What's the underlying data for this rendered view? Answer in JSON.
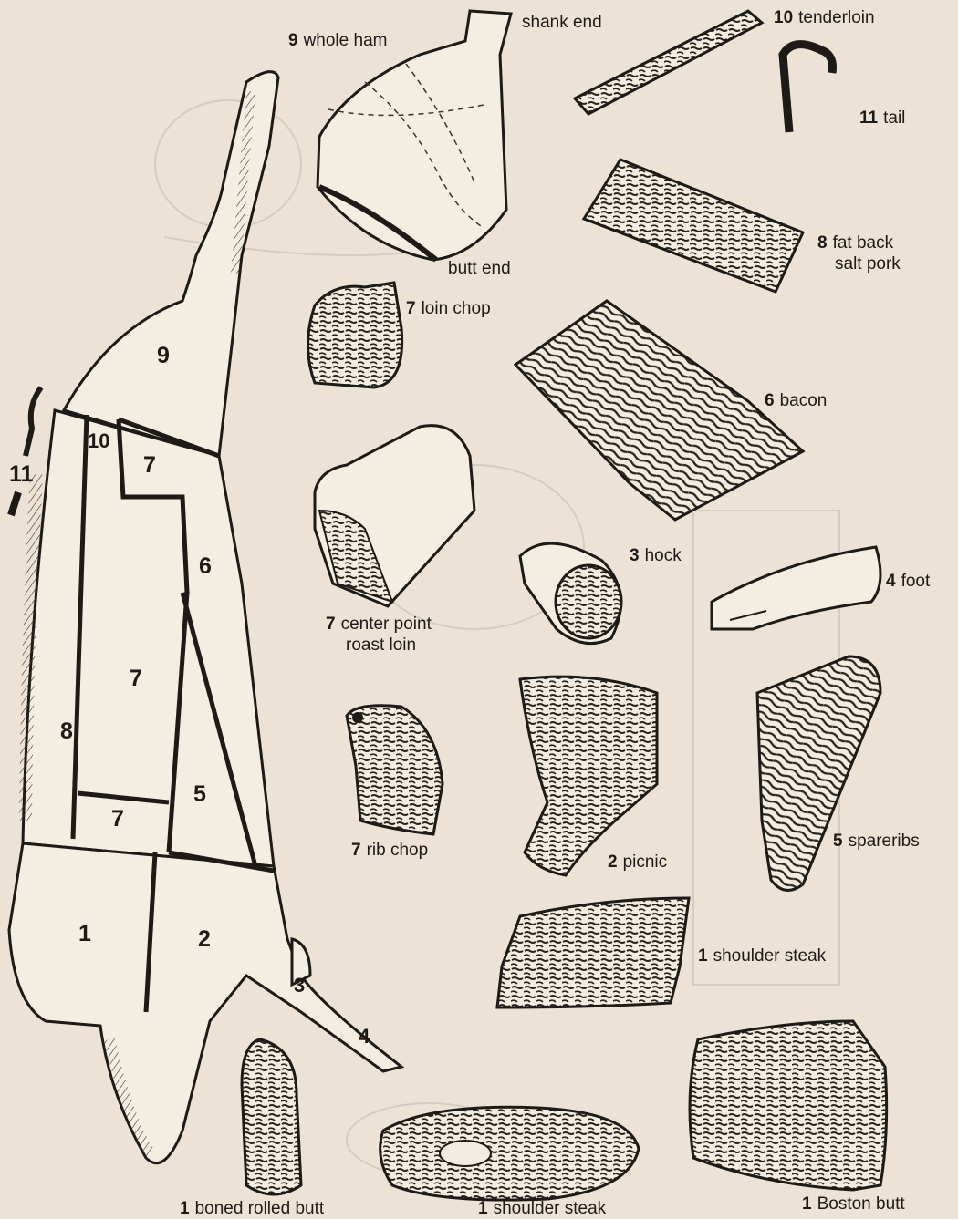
{
  "carcass_numbers": [
    "9",
    "10",
    "7",
    "11",
    "6",
    "7",
    "8",
    "7",
    "5",
    "1",
    "2",
    "3",
    "4"
  ],
  "cuts": [
    {
      "id": "whole-ham",
      "num": "9",
      "text": "whole ham"
    },
    {
      "id": "shank-end",
      "num": "",
      "text": "shank end"
    },
    {
      "id": "butt-end",
      "num": "",
      "text": "butt end"
    },
    {
      "id": "tenderloin",
      "num": "10",
      "text": "tenderloin"
    },
    {
      "id": "tail",
      "num": "11",
      "text": "tail"
    },
    {
      "id": "fat-back",
      "num": "8",
      "text": "fat back",
      "text2": "salt pork"
    },
    {
      "id": "loin-chop",
      "num": "7",
      "text": "loin chop"
    },
    {
      "id": "bacon",
      "num": "6",
      "text": "bacon"
    },
    {
      "id": "center-point-roast-loin",
      "num": "7",
      "text": "center point",
      "text2": "roast loin"
    },
    {
      "id": "hock",
      "num": "3",
      "text": "hock"
    },
    {
      "id": "foot",
      "num": "4",
      "text": "foot"
    },
    {
      "id": "rib-chop",
      "num": "7",
      "text": "rib chop"
    },
    {
      "id": "picnic",
      "num": "2",
      "text": "picnic"
    },
    {
      "id": "spareribs",
      "num": "5",
      "text": "spareribs"
    },
    {
      "id": "shoulder-steak-1",
      "num": "1",
      "text": "shoulder steak"
    },
    {
      "id": "boned-rolled-butt",
      "num": "1",
      "text": "boned rolled butt"
    },
    {
      "id": "shoulder-steak-2",
      "num": "1",
      "text": "shoulder steak"
    },
    {
      "id": "boston-butt",
      "num": "1",
      "text": "Boston butt"
    }
  ]
}
